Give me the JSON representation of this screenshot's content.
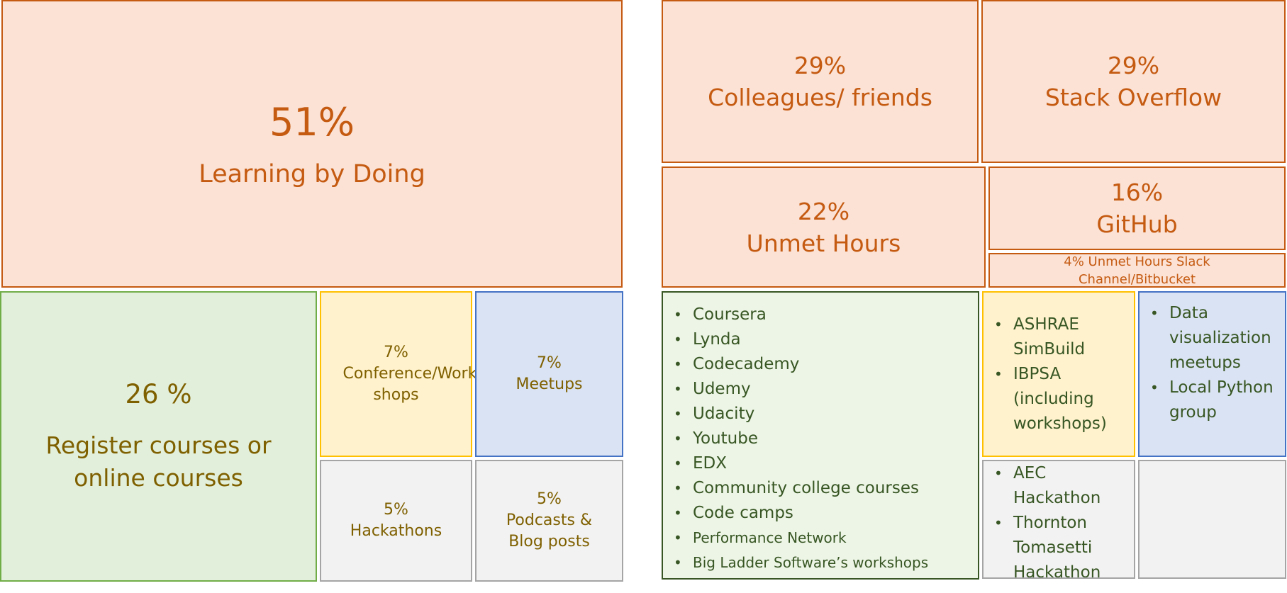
{
  "left": {
    "main": {
      "percent": "51%",
      "label": "Learning by Doing"
    },
    "courses": {
      "percent": "26 %",
      "label": "Register courses or online courses"
    },
    "conferences": {
      "percent": "7%",
      "label": "Conference/Work shops"
    },
    "meetups": {
      "percent": "7%",
      "label": "Meetups"
    },
    "hackathons": {
      "percent": "5%",
      "label": "Hackathons"
    },
    "podcasts": {
      "percent": "5%",
      "label": "Podcasts & Blog posts"
    }
  },
  "right": {
    "colleagues": {
      "percent": "29%",
      "label": "Colleagues/ friends"
    },
    "stack_overflow": {
      "percent": "29%",
      "label": "Stack Overflow"
    },
    "unmet_hours": {
      "percent": "22%",
      "label": "Unmet Hours"
    },
    "github": {
      "percent": "16%",
      "label": "GitHub"
    },
    "slack": {
      "label": "4% Unmet Hours Slack Channel/Bitbucket"
    },
    "courses_list": [
      "Coursera",
      "Lynda",
      "Codecademy",
      "Udemy",
      "Udacity",
      "Youtube",
      "EDX",
      "Community college courses",
      "Code camps",
      "Performance Network",
      "Big Ladder Software’s workshops"
    ],
    "conferences_list": [
      "ASHRAE SimBuild",
      "IBPSA (including workshops)"
    ],
    "meetups_list": [
      "Data visualization meetups",
      " Local Python group"
    ],
    "hackathons_list": [
      "AEC Hackathon",
      "Thornton Tomasetti Hackathon"
    ]
  }
}
